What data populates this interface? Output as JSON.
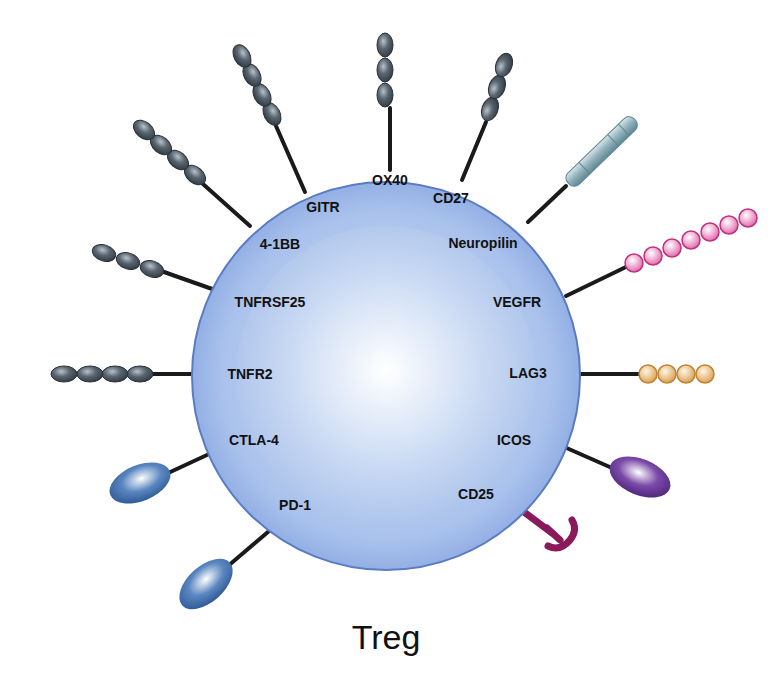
{
  "diagram": {
    "nodes": [
      {
        "text": [
          "Treg"
        ]
      }
    ],
    "labels": [
      "GITR",
      "OX40",
      "CD27",
      "4-1BB",
      "Neuropilin",
      "TNFRSF25",
      "VEGFR",
      "TNFR2",
      "LAG3",
      "CTLA-4",
      "ICOS",
      "PD-1",
      "CD25"
    ]
  }
}
